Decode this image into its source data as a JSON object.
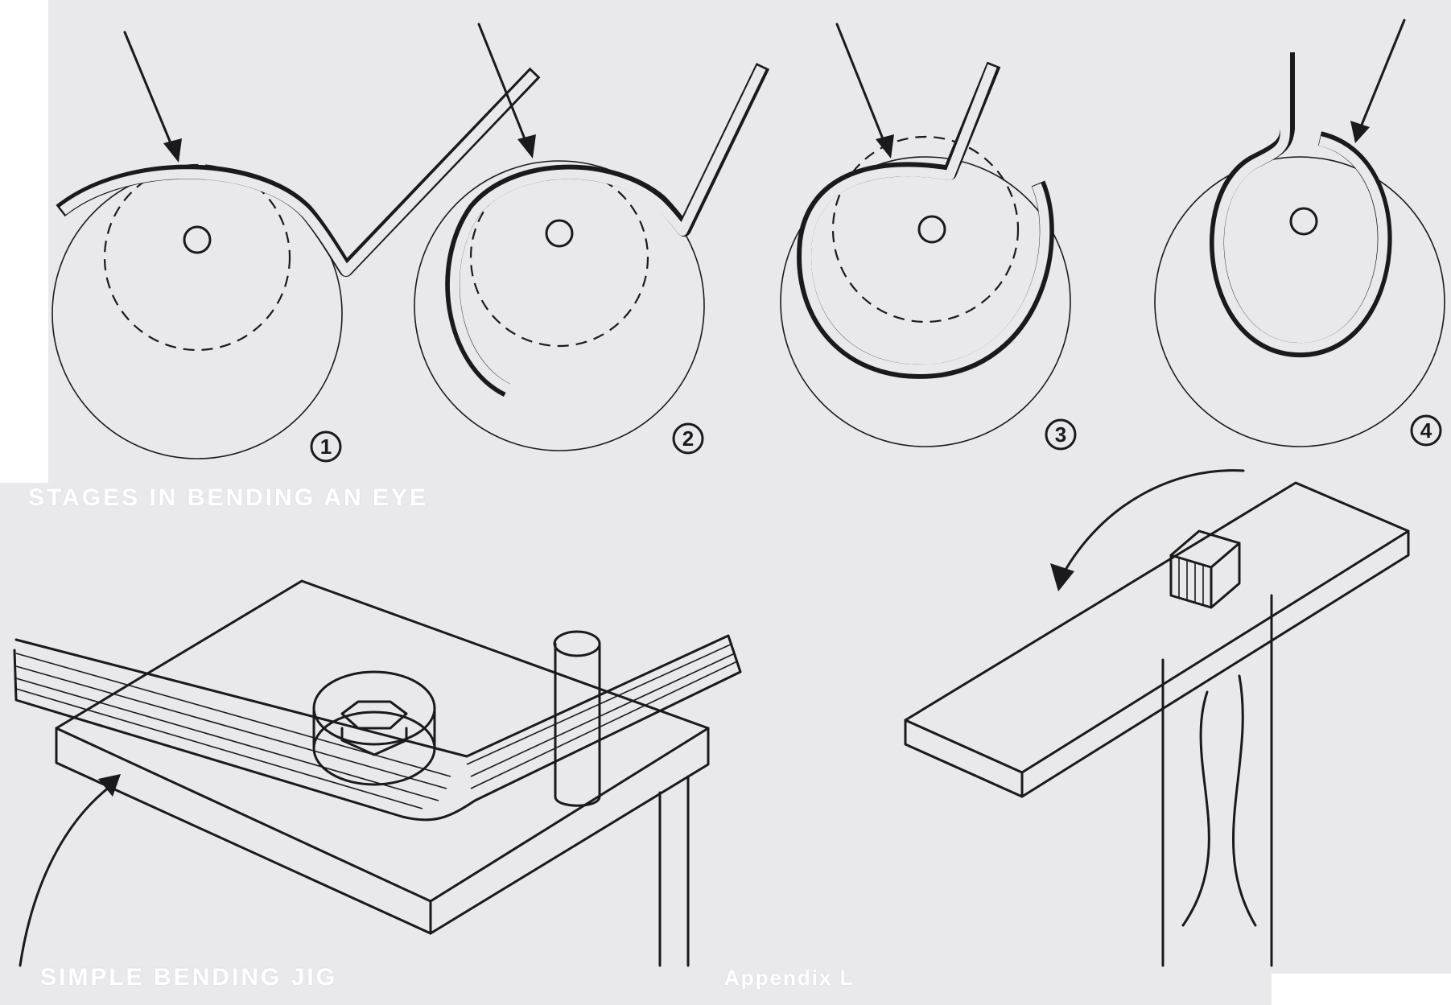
{
  "stages": {
    "caption": "STAGES IN BENDING AN EYE",
    "items": [
      {
        "number": "1"
      },
      {
        "number": "2"
      },
      {
        "number": "3"
      },
      {
        "number": "4"
      }
    ]
  },
  "jig": {
    "caption": "SIMPLE BENDING JIG"
  },
  "appendix": {
    "caption": "Appendix L"
  }
}
